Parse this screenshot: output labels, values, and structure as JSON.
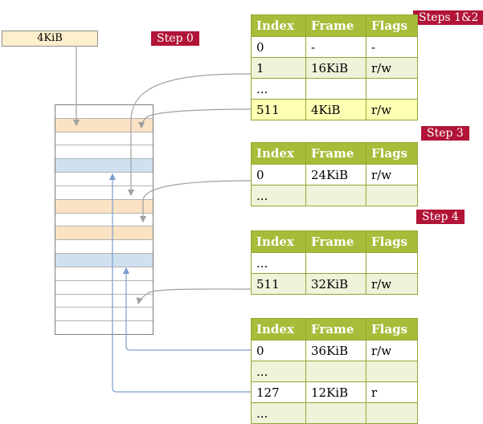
{
  "annotations": {
    "steps12": "Steps 1&2",
    "step0": "Step 0",
    "step3": "Step 3",
    "step4": "Step 4"
  },
  "frame_box": {
    "label": "4KiB"
  },
  "tables": {
    "t1": {
      "headers": [
        "Index",
        "Frame",
        "Flags"
      ],
      "rows": [
        [
          "0",
          "-",
          "-"
        ],
        [
          "1",
          "16KiB",
          "r/w"
        ],
        [
          "...",
          "",
          ""
        ],
        [
          "511",
          "4KiB",
          "r/w"
        ]
      ],
      "row_styles": [
        "white",
        "green",
        "white",
        "yellow"
      ]
    },
    "t2": {
      "headers": [
        "Index",
        "Frame",
        "Flags"
      ],
      "rows": [
        [
          "0",
          "24KiB",
          "r/w"
        ],
        [
          "...",
          "",
          ""
        ]
      ],
      "row_styles": [
        "white",
        "green"
      ]
    },
    "t3": {
      "headers": [
        "Index",
        "Frame",
        "Flags"
      ],
      "rows": [
        [
          "...",
          "",
          ""
        ],
        [
          "511",
          "32KiB",
          "r/w"
        ]
      ],
      "row_styles": [
        "white",
        "green"
      ]
    },
    "t4": {
      "headers": [
        "Index",
        "Frame",
        "Flags"
      ],
      "rows": [
        [
          "0",
          "36KiB",
          "r/w"
        ],
        [
          "...",
          "",
          ""
        ],
        [
          "127",
          "12KiB",
          "r"
        ],
        [
          "...",
          "",
          ""
        ]
      ],
      "row_styles": [
        "white",
        "green",
        "white",
        "green"
      ]
    }
  },
  "memory_strip": {
    "row_colors": [
      "white",
      "peach",
      "white",
      "white",
      "blue",
      "white",
      "white",
      "peach",
      "white",
      "peach",
      "white",
      "blue",
      "white",
      "white",
      "white",
      "white",
      "white"
    ]
  },
  "colors": {
    "label_red": "#b11437",
    "header_green": "#a8bc3a",
    "border_green": "#92a733",
    "row_green": "#eef3da",
    "highlight_yellow": "#ffffb3",
    "peach": "#fae2c3",
    "blue": "#cfe0ef",
    "box_fill": "#fdeecd",
    "arrow_gray": "#a0a0a0",
    "arrow_blue": "#7d9ecf"
  }
}
